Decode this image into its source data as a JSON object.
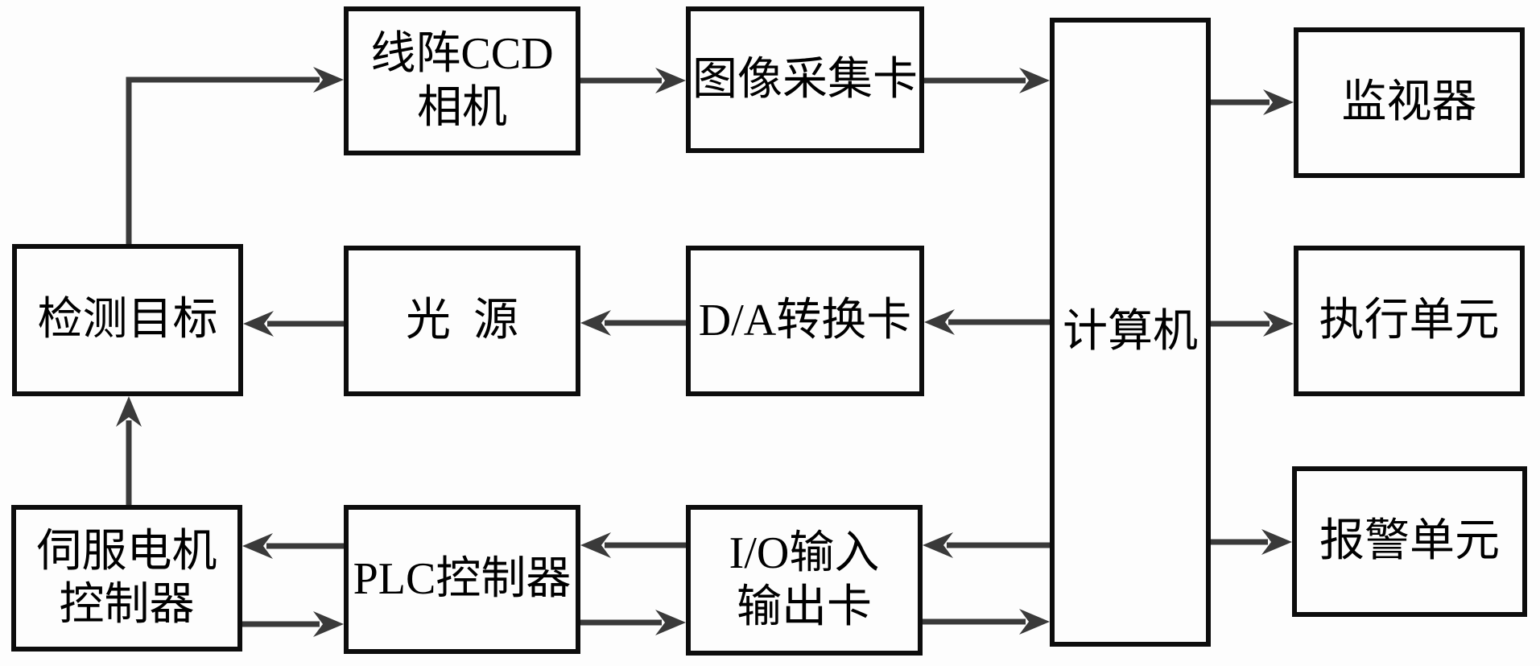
{
  "diagram": {
    "colors": {
      "box_border": "#0d0d0d",
      "arrow": "#3a3a3a",
      "text": "#000000",
      "background": "#fdfdfd"
    },
    "nodes": [
      {
        "id": "detect-target",
        "label": "检测目标"
      },
      {
        "id": "ccd-camera",
        "label": "线阵CCD\n相机"
      },
      {
        "id": "image-capture-card",
        "label": "图像采集卡"
      },
      {
        "id": "light-source",
        "label": "光  源"
      },
      {
        "id": "da-card",
        "label": "D/A转换卡"
      },
      {
        "id": "servo-controller",
        "label": "伺服电机\n控制器"
      },
      {
        "id": "plc-controller",
        "label": "PLC控制器"
      },
      {
        "id": "io-card",
        "label": "I/O输入\n输出卡"
      },
      {
        "id": "computer",
        "label": "计算机"
      },
      {
        "id": "monitor",
        "label": "监视器"
      },
      {
        "id": "actuator-unit",
        "label": "执行单元"
      },
      {
        "id": "alarm-unit",
        "label": "报警单元"
      }
    ],
    "edges": [
      {
        "from": "detect-target",
        "to": "ccd-camera"
      },
      {
        "from": "ccd-camera",
        "to": "image-capture-card"
      },
      {
        "from": "image-capture-card",
        "to": "computer"
      },
      {
        "from": "computer",
        "to": "monitor"
      },
      {
        "from": "computer",
        "to": "da-card"
      },
      {
        "from": "da-card",
        "to": "light-source"
      },
      {
        "from": "light-source",
        "to": "detect-target"
      },
      {
        "from": "computer",
        "to": "actuator-unit"
      },
      {
        "from": "computer",
        "to": "io-card"
      },
      {
        "from": "io-card",
        "to": "plc-controller"
      },
      {
        "from": "plc-controller",
        "to": "servo-controller"
      },
      {
        "from": "servo-controller",
        "to": "plc-controller"
      },
      {
        "from": "plc-controller",
        "to": "io-card"
      },
      {
        "from": "io-card",
        "to": "computer"
      },
      {
        "from": "computer",
        "to": "alarm-unit"
      },
      {
        "from": "servo-controller",
        "to": "detect-target"
      }
    ]
  }
}
